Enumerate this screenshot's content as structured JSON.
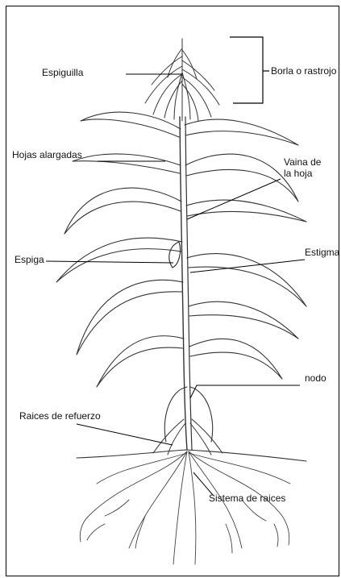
{
  "labels": {
    "espiguilla": "Espiguilla",
    "borla": "Borla o rastrojo",
    "hojas": "Hojas alargadas",
    "vaina": "Vaina de\nla hoja",
    "espiga": "Espiga",
    "estigma": "Estigma",
    "nodo": "nodo",
    "raices_refuerzo": "Raices de refuerzo",
    "sistema_raices": "Sistema de raices"
  },
  "colors": {
    "ink": "#1a1a1a",
    "leaf_stroke": "#333333",
    "background": "#ffffff"
  }
}
